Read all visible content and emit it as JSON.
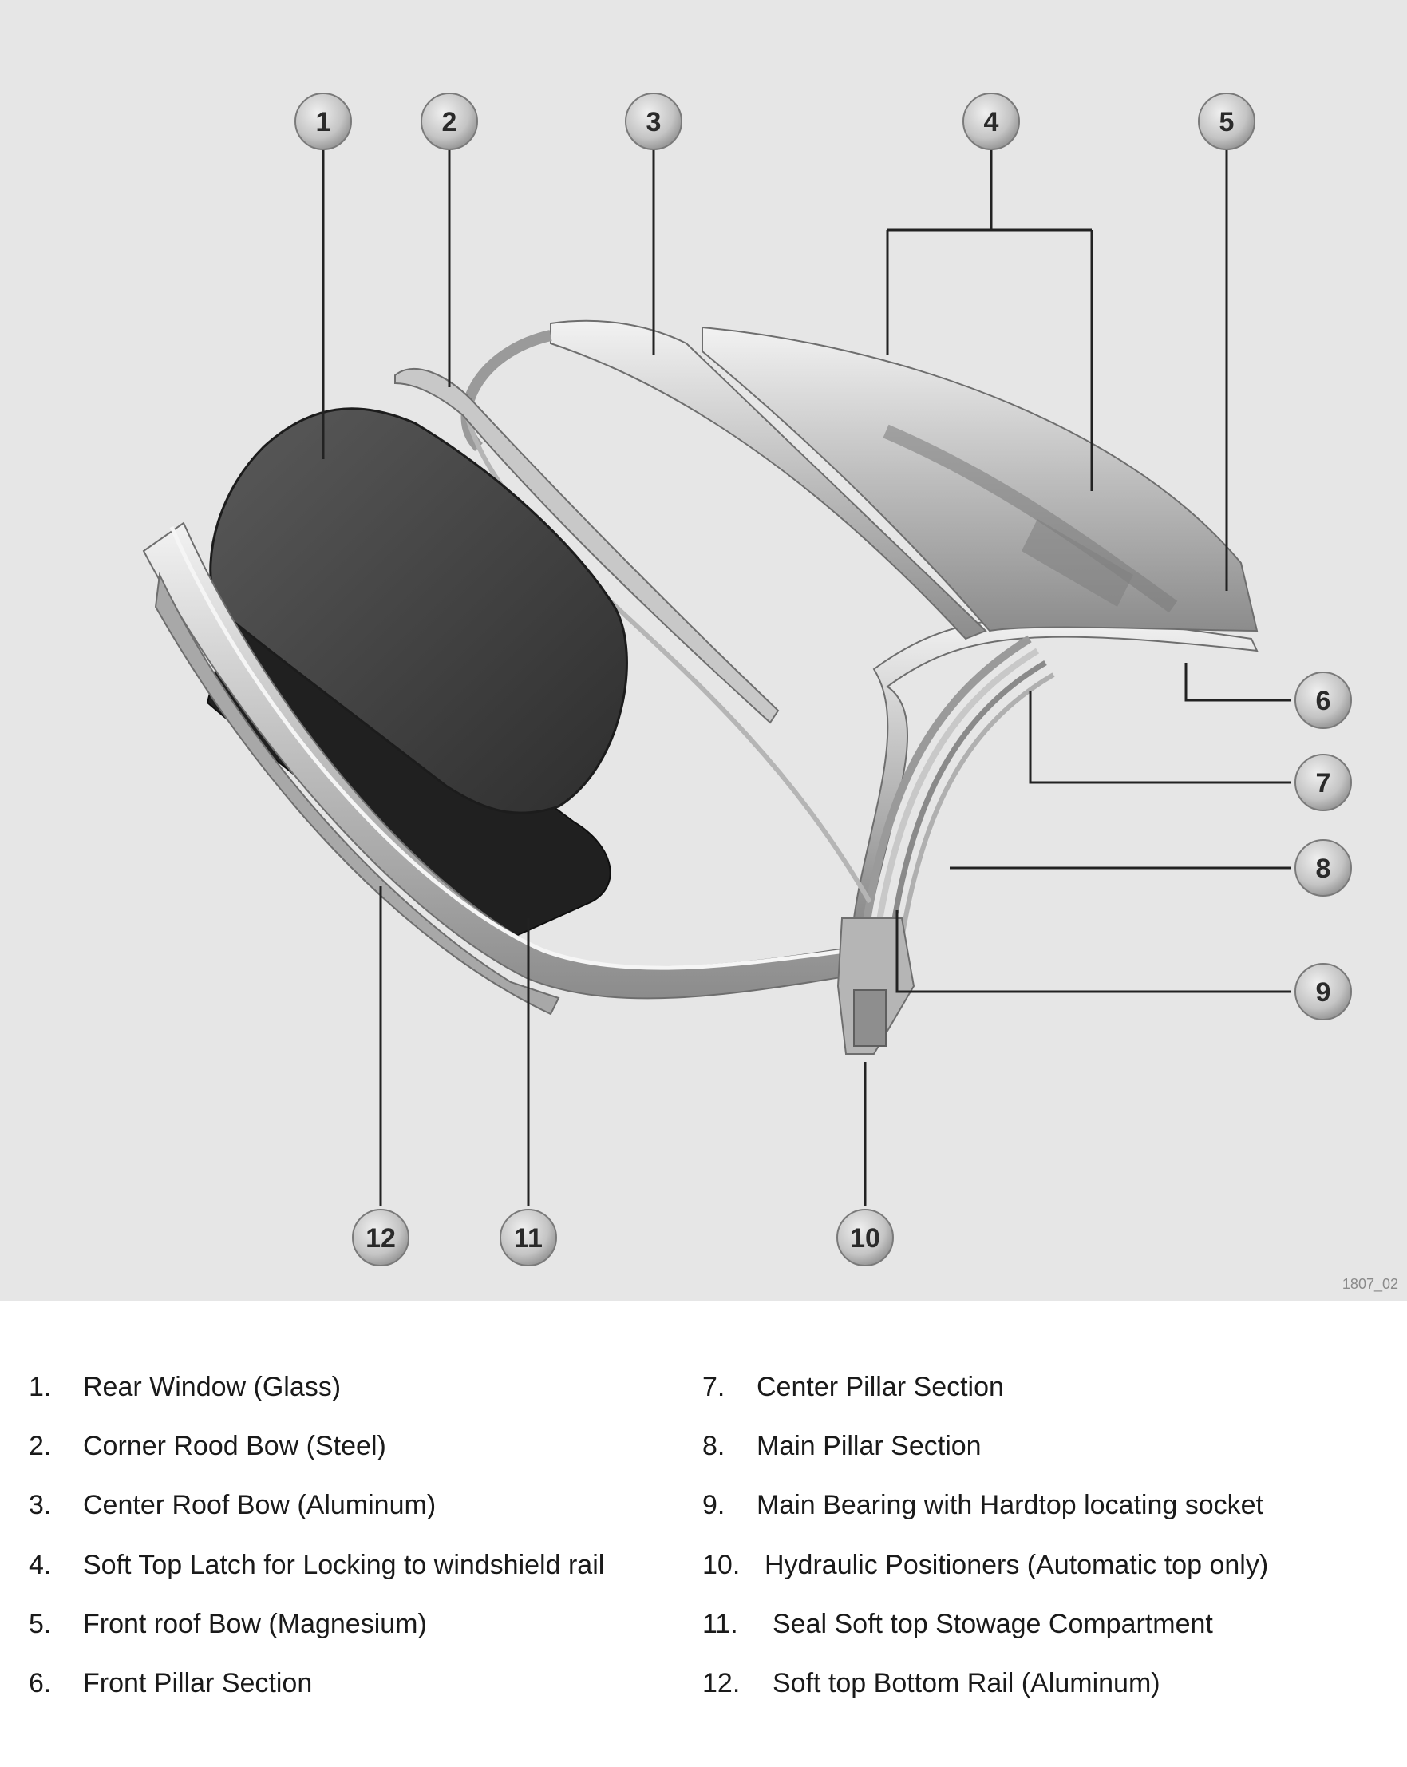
{
  "diagram": {
    "callouts": [
      {
        "id": "1",
        "label": "1"
      },
      {
        "id": "2",
        "label": "2"
      },
      {
        "id": "3",
        "label": "3"
      },
      {
        "id": "4",
        "label": "4"
      },
      {
        "id": "5",
        "label": "5"
      },
      {
        "id": "6",
        "label": "6"
      },
      {
        "id": "7",
        "label": "7"
      },
      {
        "id": "8",
        "label": "8"
      },
      {
        "id": "9",
        "label": "9"
      },
      {
        "id": "10",
        "label": "10"
      },
      {
        "id": "11",
        "label": "11"
      },
      {
        "id": "12",
        "label": "12"
      }
    ],
    "figure_code": "1807_02"
  },
  "legend": {
    "left": [
      {
        "num": "1.",
        "text": "Rear Window (Glass)"
      },
      {
        "num": "2.",
        "text": "Corner Rood Bow (Steel)"
      },
      {
        "num": "3.",
        "text": "Center Roof Bow (Aluminum)"
      },
      {
        "num": "4.",
        "text": "Soft Top Latch for Locking to windshield rail"
      },
      {
        "num": "5.",
        "text": "Front roof Bow (Magnesium)"
      },
      {
        "num": "6.",
        "text": "Front Pillar Section"
      }
    ],
    "right": [
      {
        "num": "7.",
        "text": "Center Pillar Section"
      },
      {
        "num": "8.",
        "text": "Main Pillar Section"
      },
      {
        "num": "9.",
        "text": "Main Bearing with Hardtop locating socket"
      },
      {
        "num": "10.",
        "text": "Hydraulic Positioners (Automatic top only)"
      },
      {
        "num": "11.",
        "text": "Seal Soft top Stowage Compartment"
      },
      {
        "num": "12.",
        "text": "Soft top Bottom Rail (Aluminum)"
      }
    ]
  }
}
